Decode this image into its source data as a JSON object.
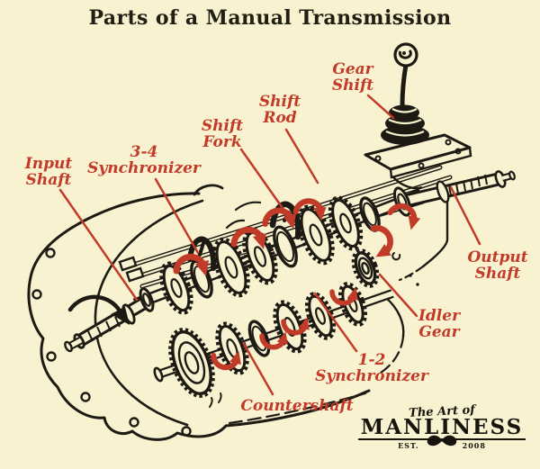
{
  "title": "Parts of a Manual Transmission",
  "labels": {
    "gear_shift": {
      "line1": "Gear",
      "line2": "Shift"
    },
    "shift_rod": {
      "line1": "Shift",
      "line2": "Rod"
    },
    "shift_fork": {
      "line1": "Shift",
      "line2": "Fork"
    },
    "synchronizer_3_4": {
      "line1": "3-4",
      "line2": "Synchronizer"
    },
    "input_shaft": {
      "line1": "Input",
      "line2": "Shaft"
    },
    "output_shaft": {
      "line1": "Output",
      "line2": "Shaft"
    },
    "idler_gear": {
      "line1": "Idler",
      "line2": "Gear"
    },
    "synchronizer_1_2": {
      "line1": "1-2",
      "line2": "Synchronizer"
    },
    "countershaft": {
      "line1": "Countershaft"
    }
  },
  "logo": {
    "tagline": "The Art of",
    "name": "MANLINESS",
    "est_label": "EST.",
    "year": "2008"
  },
  "colors": {
    "background": "#f8f2d1",
    "label_red": "#c23a28",
    "ink": "#1d1a13"
  }
}
